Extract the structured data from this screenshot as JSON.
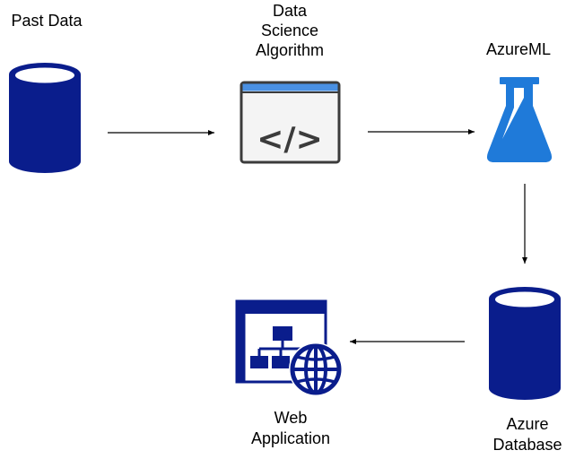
{
  "colors": {
    "navy": "#0a1d8c",
    "azure_blue": "#1f7ad9",
    "window_bar": "#4a90e2",
    "window_fill": "#f4f4f4",
    "window_border": "#3b3b3b",
    "code_glyph": "#3b3b3b",
    "arrow": "#000000"
  },
  "nodes": {
    "past_data": {
      "label": "Past Data",
      "icon": "database-icon"
    },
    "algorithm": {
      "label_lines": [
        "Data",
        "Science",
        "Algorithm"
      ],
      "icon": "code-window-icon",
      "glyph": "</>"
    },
    "azureml": {
      "label": "AzureML",
      "icon": "flask-icon"
    },
    "azure_database": {
      "label_lines": [
        "Azure",
        "Database"
      ],
      "icon": "database-icon"
    },
    "web_application": {
      "label_lines": [
        "Web",
        "Application"
      ],
      "icon": "web-application-icon"
    }
  },
  "edges": [
    {
      "from": "past_data",
      "to": "algorithm"
    },
    {
      "from": "algorithm",
      "to": "azureml"
    },
    {
      "from": "azureml",
      "to": "azure_database"
    },
    {
      "from": "azure_database",
      "to": "web_application"
    }
  ]
}
